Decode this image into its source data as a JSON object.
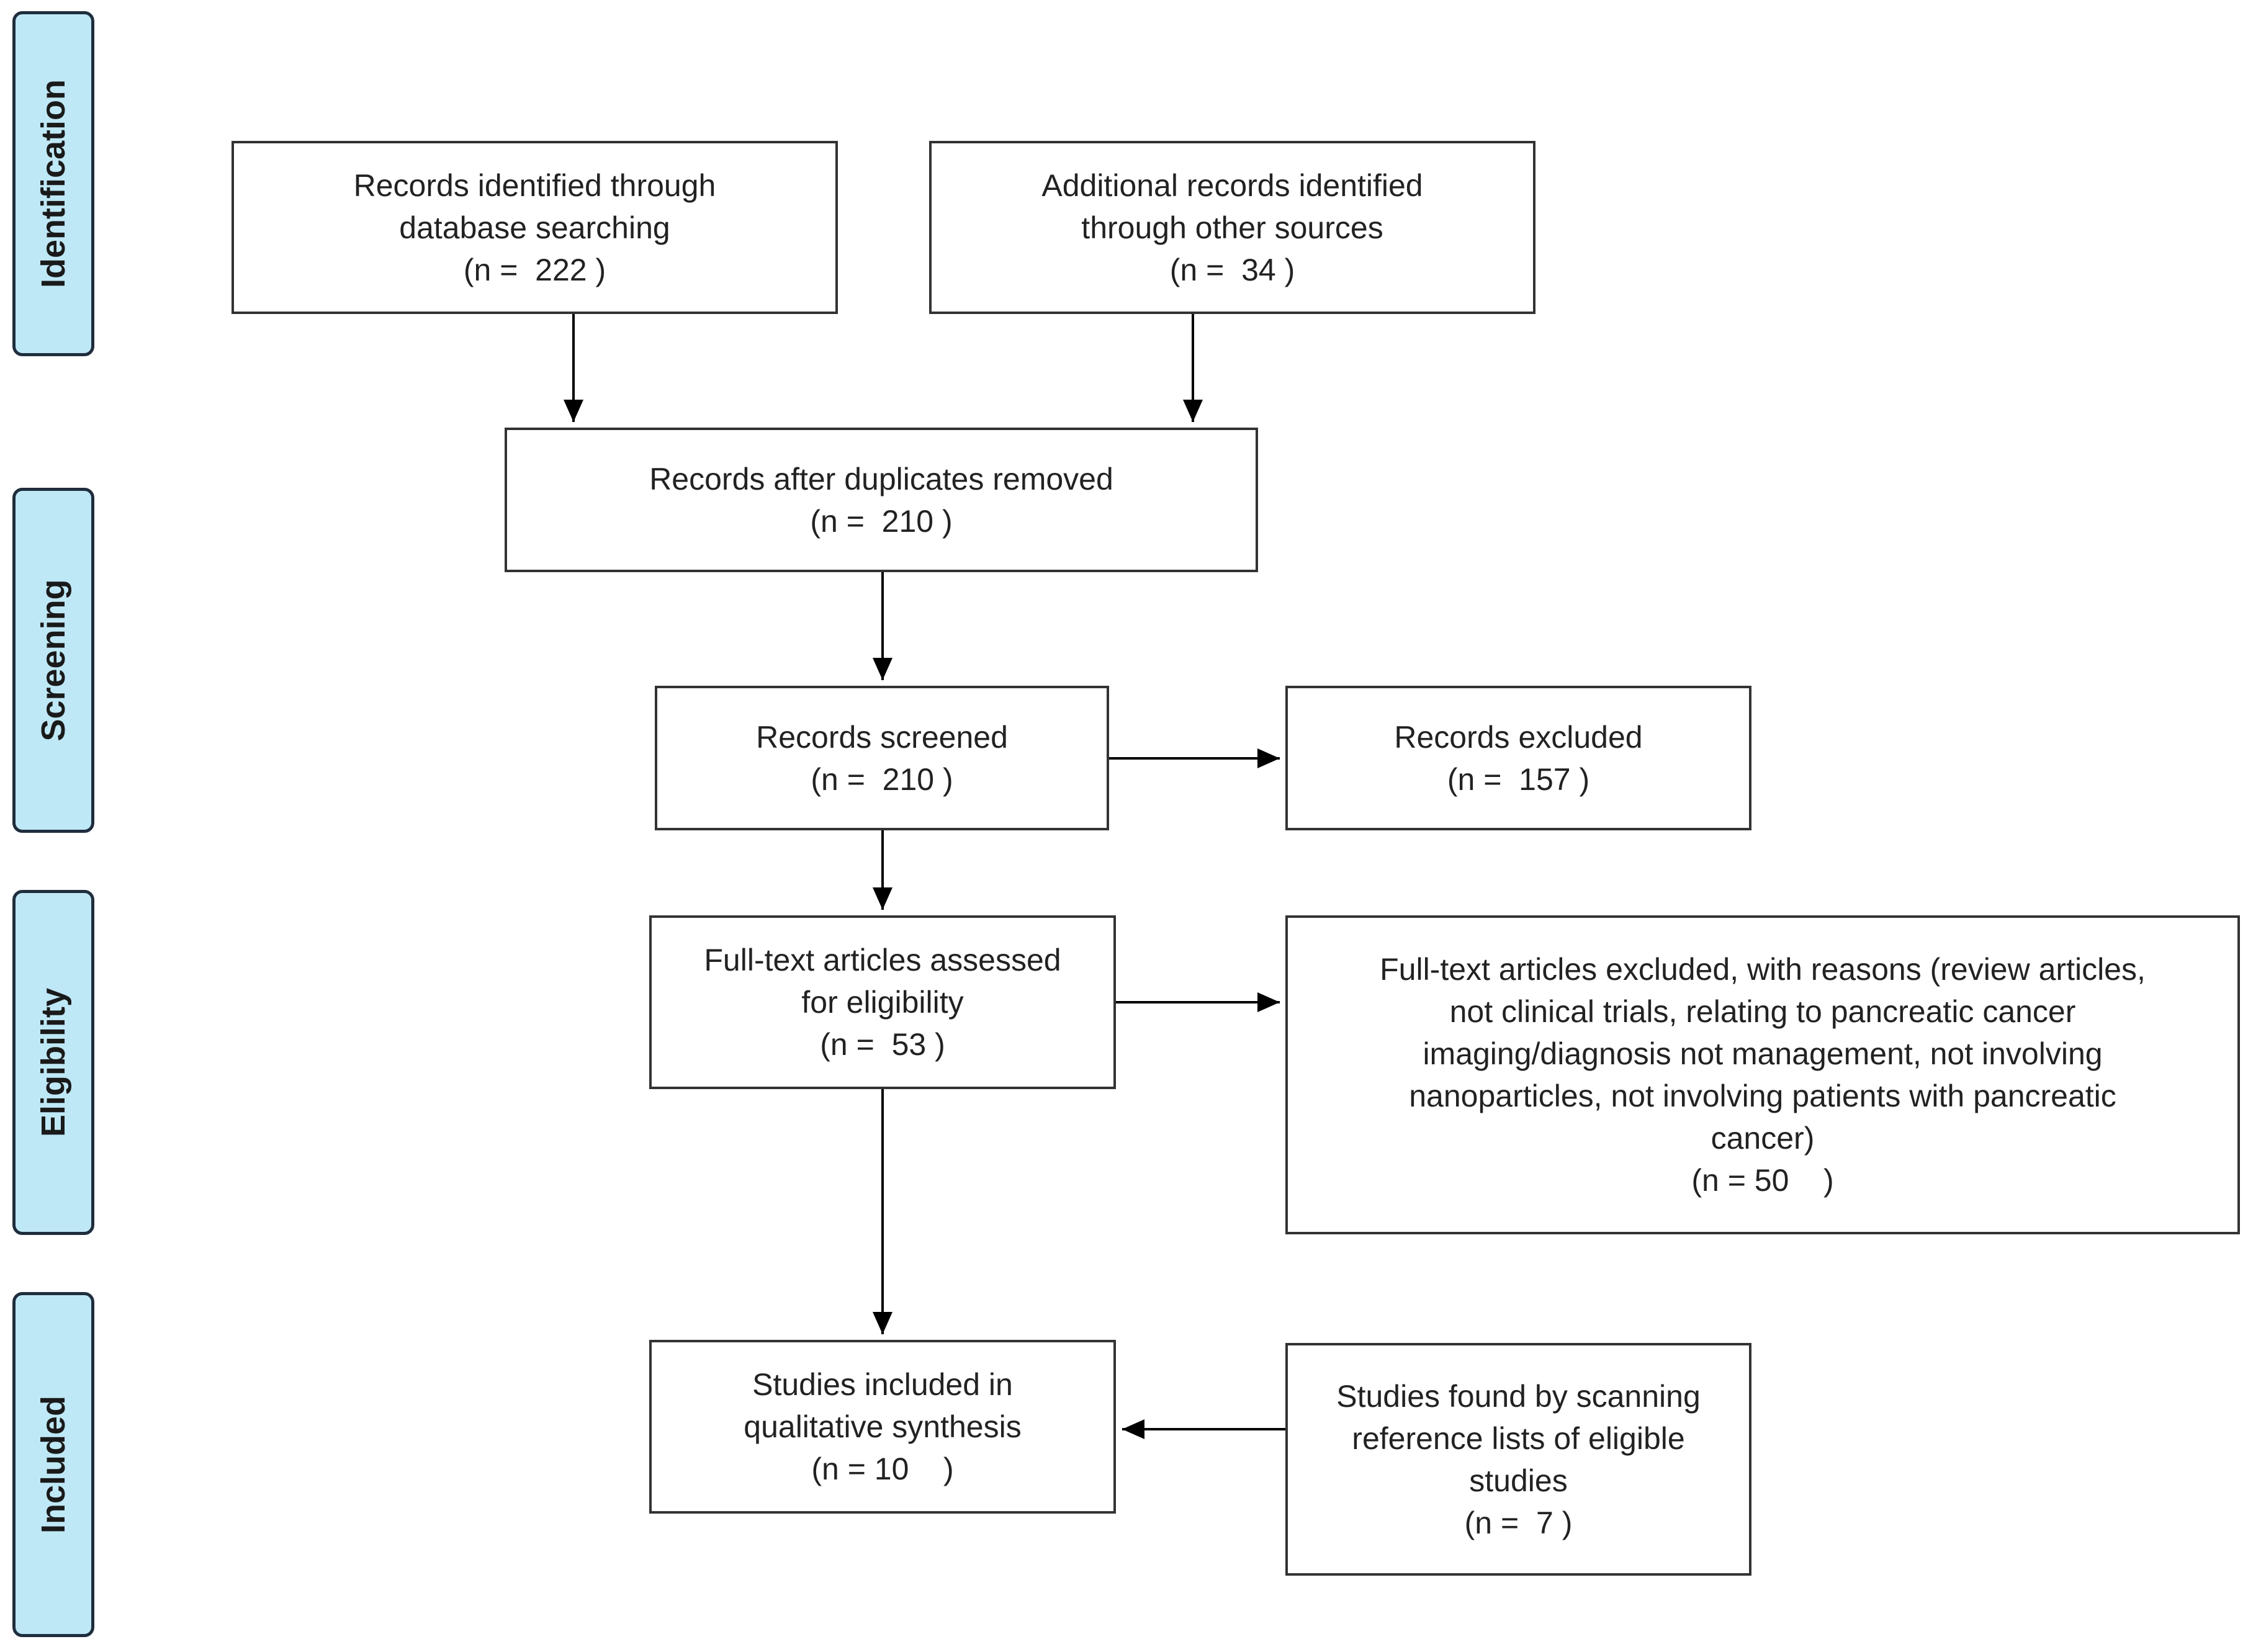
{
  "stages": {
    "identification": "Identification",
    "screening": "Screening",
    "eligibility": "Eligibility",
    "included": "Included"
  },
  "boxes": {
    "database": {
      "line1": "Records identified through",
      "line2": "database searching",
      "count": "(n =  222 )"
    },
    "other_sources": {
      "line1": "Additional records identified",
      "line2": "through other sources",
      "count": "(n =  34 )"
    },
    "duplicates_removed": {
      "line1": "Records after duplicates removed",
      "count": "(n =  210 )"
    },
    "screened": {
      "line1": "Records screened",
      "count": "(n =  210 )"
    },
    "excluded": {
      "line1": "Records excluded",
      "count": "(n =  157 )"
    },
    "fulltext_assessed": {
      "line1": "Full-text articles assessed",
      "line2": "for eligibility",
      "count": "(n =  53 )"
    },
    "fulltext_excluded": {
      "line1": "Full-text articles excluded, with reasons (review articles,",
      "line2": "not clinical trials, relating to pancreatic cancer",
      "line3": "imaging/diagnosis not management, not involving",
      "line4": "nanoparticles, not involving patients with pancreatic",
      "line5": "cancer)",
      "count": "(n = 50    )"
    },
    "included": {
      "line1": "Studies included in",
      "line2": "qualitative synthesis",
      "count": "(n = 10    )"
    },
    "reference_lists": {
      "line1": "Studies found by scanning",
      "line2": "reference lists of eligible",
      "line3": "studies",
      "count": "(n =  7 )"
    }
  },
  "colors": {
    "stage_fill": "#bfe8f6",
    "stage_border": "#1f2d3d",
    "box_border": "#333333",
    "arrow": "#000000"
  }
}
